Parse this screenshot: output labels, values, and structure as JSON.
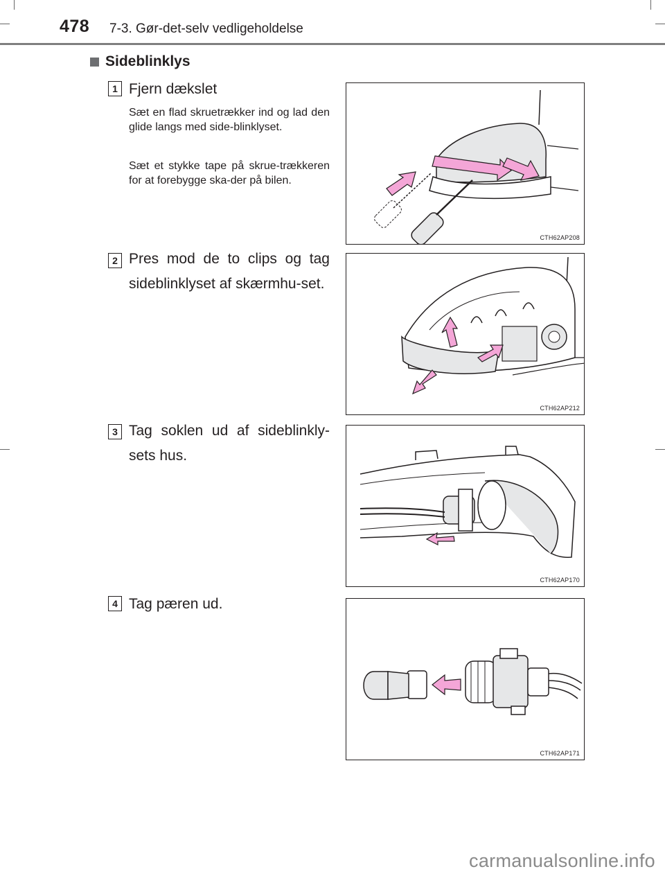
{
  "header": {
    "page_number": "478",
    "section_title": "7-3. Gør-det-selv vedligeholdelse"
  },
  "section": {
    "heading": "Sideblinklys"
  },
  "steps": [
    {
      "number": "1",
      "text": "Fjern dækslet",
      "notes": [
        "Sæt en flad skruetrækker ind og lad den glide langs med side-blinklyset.",
        "Sæt et stykke tape på skrue-trækkeren for at forebygge ska-der på bilen."
      ],
      "figure_code": "CTH62AP208"
    },
    {
      "number": "2",
      "text": "Pres mod de to clips og tag sideblinklyset af skærmhu-set.",
      "figure_code": "CTH62AP212"
    },
    {
      "number": "3",
      "text": "Tag soklen ud af sideblinkly-sets hus.",
      "figure_code": "CTH62AP170"
    },
    {
      "number": "4",
      "text": "Tag pæren ud.",
      "figure_code": "CTH62AP171"
    }
  ],
  "footer": {
    "watermark": "carmanualsonline.info"
  },
  "colors": {
    "arrow_fill": "#f4a6d7",
    "text": "#231f20",
    "rule": "#7f7f7f",
    "illustration_fill": "#e6e7e8"
  }
}
